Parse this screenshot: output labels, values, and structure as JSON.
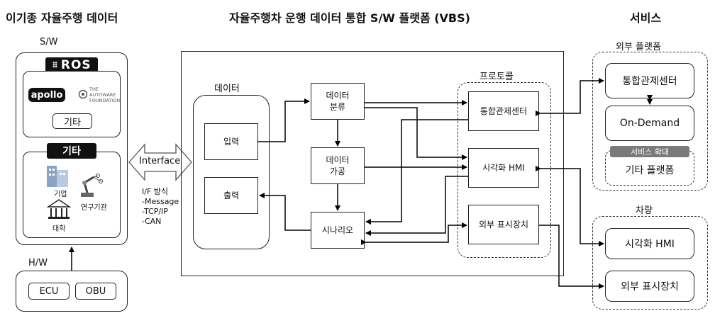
{
  "headers": {
    "left": "이기종 자율주행 데이터",
    "center": "자율주행차 운행 데이터 통합 S/W 플랫폼 (VBS)",
    "right": "서비스"
  },
  "left_panel": {
    "sw_label": "S/W",
    "ros_logo": "ROS",
    "apollo_logo": "apollo",
    "autoware_lines": [
      "THE",
      "AUTOWARE",
      "FOUNDATION"
    ],
    "etc_label": "기타",
    "etc_header": "기타",
    "icons": {
      "company": "기업",
      "research": "연구기관",
      "university": "대학"
    },
    "hw_label": "H/W",
    "ecu": "ECU",
    "obu": "OBU"
  },
  "interface": {
    "label": "Interface",
    "methods_title": "I/F 방식",
    "methods": [
      "-Message",
      "-TCP/IP",
      "-CAN"
    ]
  },
  "vbs": {
    "data_group_label": "데이터",
    "input": "입력",
    "output": "출력",
    "classify": "데이터\n분류",
    "process": "데이터\n가공",
    "scenario": "시나리오",
    "protocol_label": "프로토콜",
    "protocol_items": {
      "control": "통합관제센터",
      "hmi": "시각화 HMI",
      "display": "외부 표시장치"
    }
  },
  "services": {
    "external_platform_label": "외부 플랫폼",
    "control_center": "통합관제센터",
    "on_demand": "On-Demand",
    "expansion_label": "서비스 확대",
    "other_platform": "기타 플랫폼",
    "vehicle_label": "차량",
    "vehicle_hmi": "시각화 HMI",
    "vehicle_display": "외부 표시장치"
  }
}
